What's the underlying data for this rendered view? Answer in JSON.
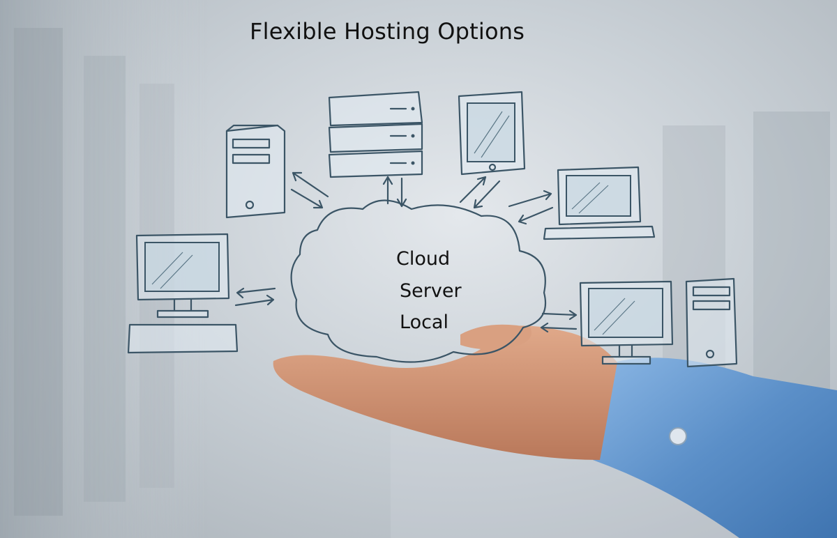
{
  "title": "Flexible Hosting Options",
  "cloud_labels": [
    "Cloud",
    "Server",
    "Local"
  ],
  "colors": {
    "sketch": "#3b5566",
    "background": "#c9d0d6",
    "shirt": "#5b8fc8",
    "skin": "#c98a6a"
  },
  "icons": [
    "tower-pc-icon",
    "rack-server-icon",
    "tablet-icon",
    "laptop-icon",
    "desktop-monitor-icon",
    "desktop-tower-icon",
    "cloud-icon",
    "arrows-icon"
  ]
}
